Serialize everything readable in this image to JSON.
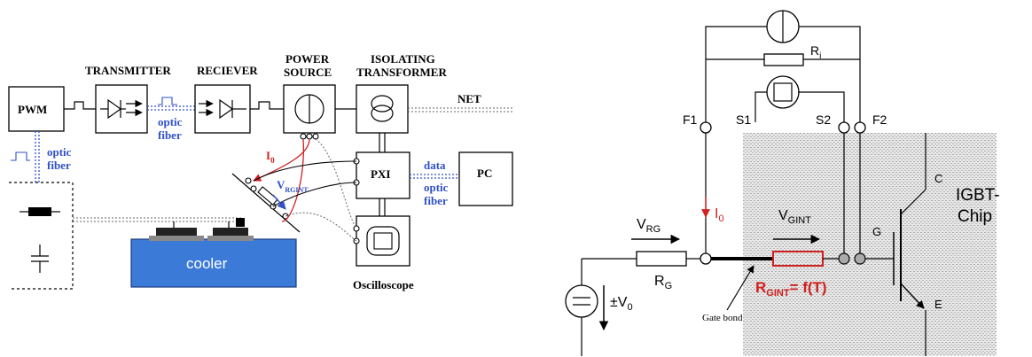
{
  "left": {
    "pwm": "PWM",
    "transmitter": "TRANSMITTER",
    "receiver": "RECIEVER",
    "power_source_1": "POWER",
    "power_source_2": "SOURCE",
    "isolating_1": "ISOLATING",
    "isolating_2": "TRANSFORMER",
    "net": "NET",
    "optic_fiber_1a": "optic",
    "optic_fiber_1b": "fiber",
    "optic_fiber_2a": "optic",
    "optic_fiber_2b": "fiber",
    "optic_fiber_3a": "optic",
    "optic_fiber_3b": "fiber",
    "data": "data",
    "pxi": "PXI",
    "pc": "PC",
    "i0": "I",
    "i0_sub": "0",
    "vrgint": "V",
    "vrgint_sub": "RGINT",
    "cooler": "cooler",
    "oscilloscope": "Oscilloscope"
  },
  "right": {
    "ri": "R",
    "ri_sub": "i",
    "f1": "F1",
    "s1": "S1",
    "s2": "S2",
    "f2": "F2",
    "i0": "I",
    "i0_sub": "0",
    "vrg": "V",
    "vrg_sub": "RG",
    "vgint": "V",
    "vgint_sub": "GINT",
    "rg": "R",
    "rg_sub": "G",
    "rgint_formula_main": "R",
    "rgint_formula_sub": "GINT",
    "rgint_formula_rest": "= f(T)",
    "v0": "±V",
    "v0_sub": "0",
    "gate_bond": "Gate bond",
    "c": "C",
    "g": "G",
    "e": "E",
    "igbt_1": "IGBT-",
    "igbt_2": "Chip"
  },
  "colors": {
    "blue_label": "#3050c8",
    "red_label": "#d02020",
    "cooler_fill": "#3c7ad8",
    "chip_hatch": "#b8b8b8"
  }
}
